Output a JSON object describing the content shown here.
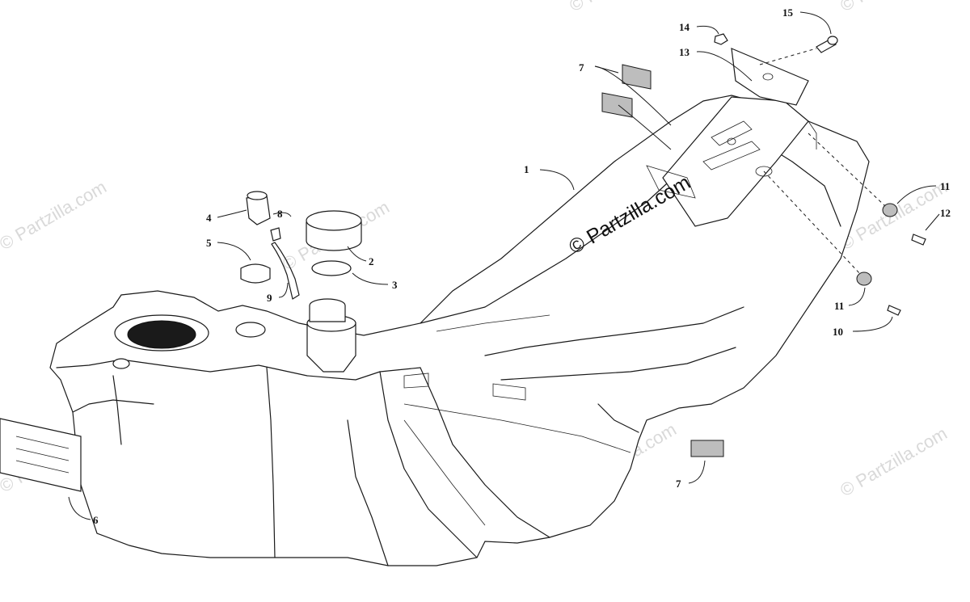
{
  "callouts": [
    {
      "id": "1",
      "label": "1"
    },
    {
      "id": "2",
      "label": "2"
    },
    {
      "id": "3",
      "label": "3"
    },
    {
      "id": "4",
      "label": "4"
    },
    {
      "id": "5",
      "label": "5"
    },
    {
      "id": "6",
      "label": "6"
    },
    {
      "id": "7a",
      "label": "7"
    },
    {
      "id": "7b",
      "label": "7"
    },
    {
      "id": "8",
      "label": "8"
    },
    {
      "id": "9",
      "label": "9"
    },
    {
      "id": "10",
      "label": "10"
    },
    {
      "id": "11a",
      "label": "11"
    },
    {
      "id": "11b",
      "label": "11"
    },
    {
      "id": "12",
      "label": "12"
    },
    {
      "id": "13",
      "label": "13"
    },
    {
      "id": "14",
      "label": "14"
    },
    {
      "id": "15",
      "label": "15"
    }
  ],
  "watermark": {
    "main": "© Partzilla.com",
    "repeat": "© Partzilla.com"
  }
}
